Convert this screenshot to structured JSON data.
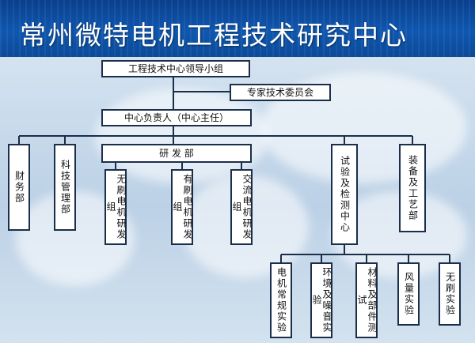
{
  "title": "常州微特电机工程技术研究中心",
  "org": {
    "leader_group": "工程技术中心领导小组",
    "expert_committee": "专家技术委员会",
    "center_head": "中心负责人（中心主任）",
    "rd_dept": "研 发 部",
    "finance": "财务部",
    "tech_management": "科技管理部",
    "brushless_motor_rd": "无刷电机研发组",
    "brushed_motor_rd": "有刷电机研发组",
    "ac_motor_rd": "交流电机研发组",
    "test_detection_center": "试验及检测中心",
    "equipment_process": "装备及工艺部",
    "motor_routine_lab": "电机常规实验",
    "env_noise_lab": "环境及噪音实验",
    "material_parts_test": "材料及部件测试",
    "air_volume_lab": "风量实验",
    "brushless_lab": "无刷实验"
  }
}
